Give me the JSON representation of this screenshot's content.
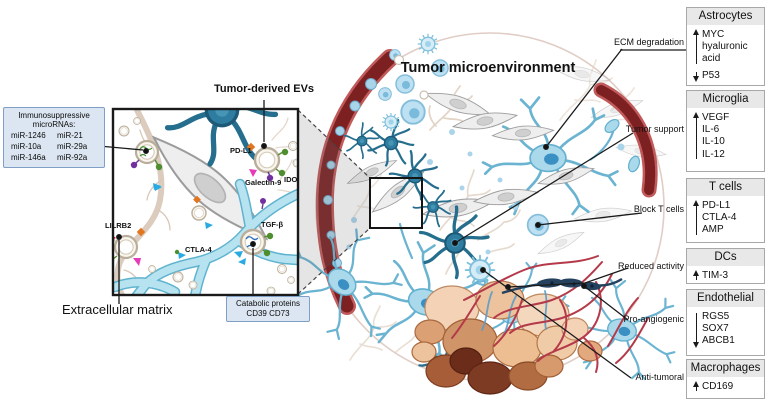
{
  "figure_title": "Tumor microenvironment",
  "inset": {
    "mirna_box": {
      "title": "Immunosuppressive microRNAs:",
      "items": [
        "miR-1246",
        "miR-21",
        "miR-10a",
        "miR-29a",
        "miR-146a",
        "miR-92a"
      ]
    },
    "tumor_evs_label": "Tumor-derived EVs",
    "ev_proteins": {
      "pdl1": "PD-L1",
      "galectin9": "Galectin-9",
      "ido": "IDO",
      "lilrb2": "LILRB2",
      "ctla4": "CTLA-4",
      "tgfb": "TGF-β"
    },
    "catabolic_box": {
      "line1": "Catabolic proteins",
      "line2": "CD39 CD73"
    },
    "ecm_label": "Extracellular matrix"
  },
  "annotations": [
    {
      "label": "ECM degradation"
    },
    {
      "label": "Tumor support"
    },
    {
      "label": "Block T cells"
    },
    {
      "label": "Reduced activity"
    },
    {
      "label": "Pro-angiogenic"
    },
    {
      "label": "Anti-tumoral"
    }
  ],
  "panels": [
    {
      "title": "Astrocytes",
      "groups": [
        {
          "dir": "up",
          "items": [
            "MYC",
            "hyaluronic acid"
          ]
        },
        {
          "dir": "down",
          "items": [
            "P53"
          ]
        }
      ]
    },
    {
      "title": "Microglia",
      "groups": [
        {
          "dir": "up",
          "items": [
            "VEGF",
            "IL-6",
            "IL-10",
            "IL-12"
          ]
        }
      ]
    },
    {
      "title": "T cells",
      "groups": [
        {
          "dir": "up",
          "items": [
            "PD-L1",
            "CTLA-4",
            "AMP"
          ]
        }
      ]
    },
    {
      "title": "DCs",
      "groups": [
        {
          "dir": "up",
          "items": [
            "TIM-3"
          ]
        }
      ]
    },
    {
      "title": "Endothelial",
      "groups": [
        {
          "dir": "down",
          "items": [
            "RGS5",
            "SOX7",
            "ABCB1"
          ]
        }
      ]
    },
    {
      "title": "Macrophages",
      "groups": [
        {
          "dir": "up",
          "items": [
            "CD169"
          ]
        }
      ]
    }
  ],
  "colors": {
    "vessel_lumen": "#7c2022",
    "vessel_wall": "#c15a5a",
    "teal_cell": "#2e7da0",
    "astrocyte_blue": "#a9d9ea",
    "ev_blue": "#bde1f2",
    "info_box_fill": "#dce6f2",
    "info_box_border": "#7f9fc6",
    "panel_header": "#e8e8e8",
    "marker_orange": "#e2751d",
    "marker_green": "#4e8e2e",
    "marker_purple": "#7030a0",
    "marker_magenta": "#e63ab8",
    "marker_red": "#d31f1f",
    "marker_cyan": "#29abe2",
    "tumor_light": "#f3d2b6",
    "tumor_dark": "#5e2413",
    "capillary_red": "#b43a4a",
    "pericyte_navy": "#24425e"
  }
}
